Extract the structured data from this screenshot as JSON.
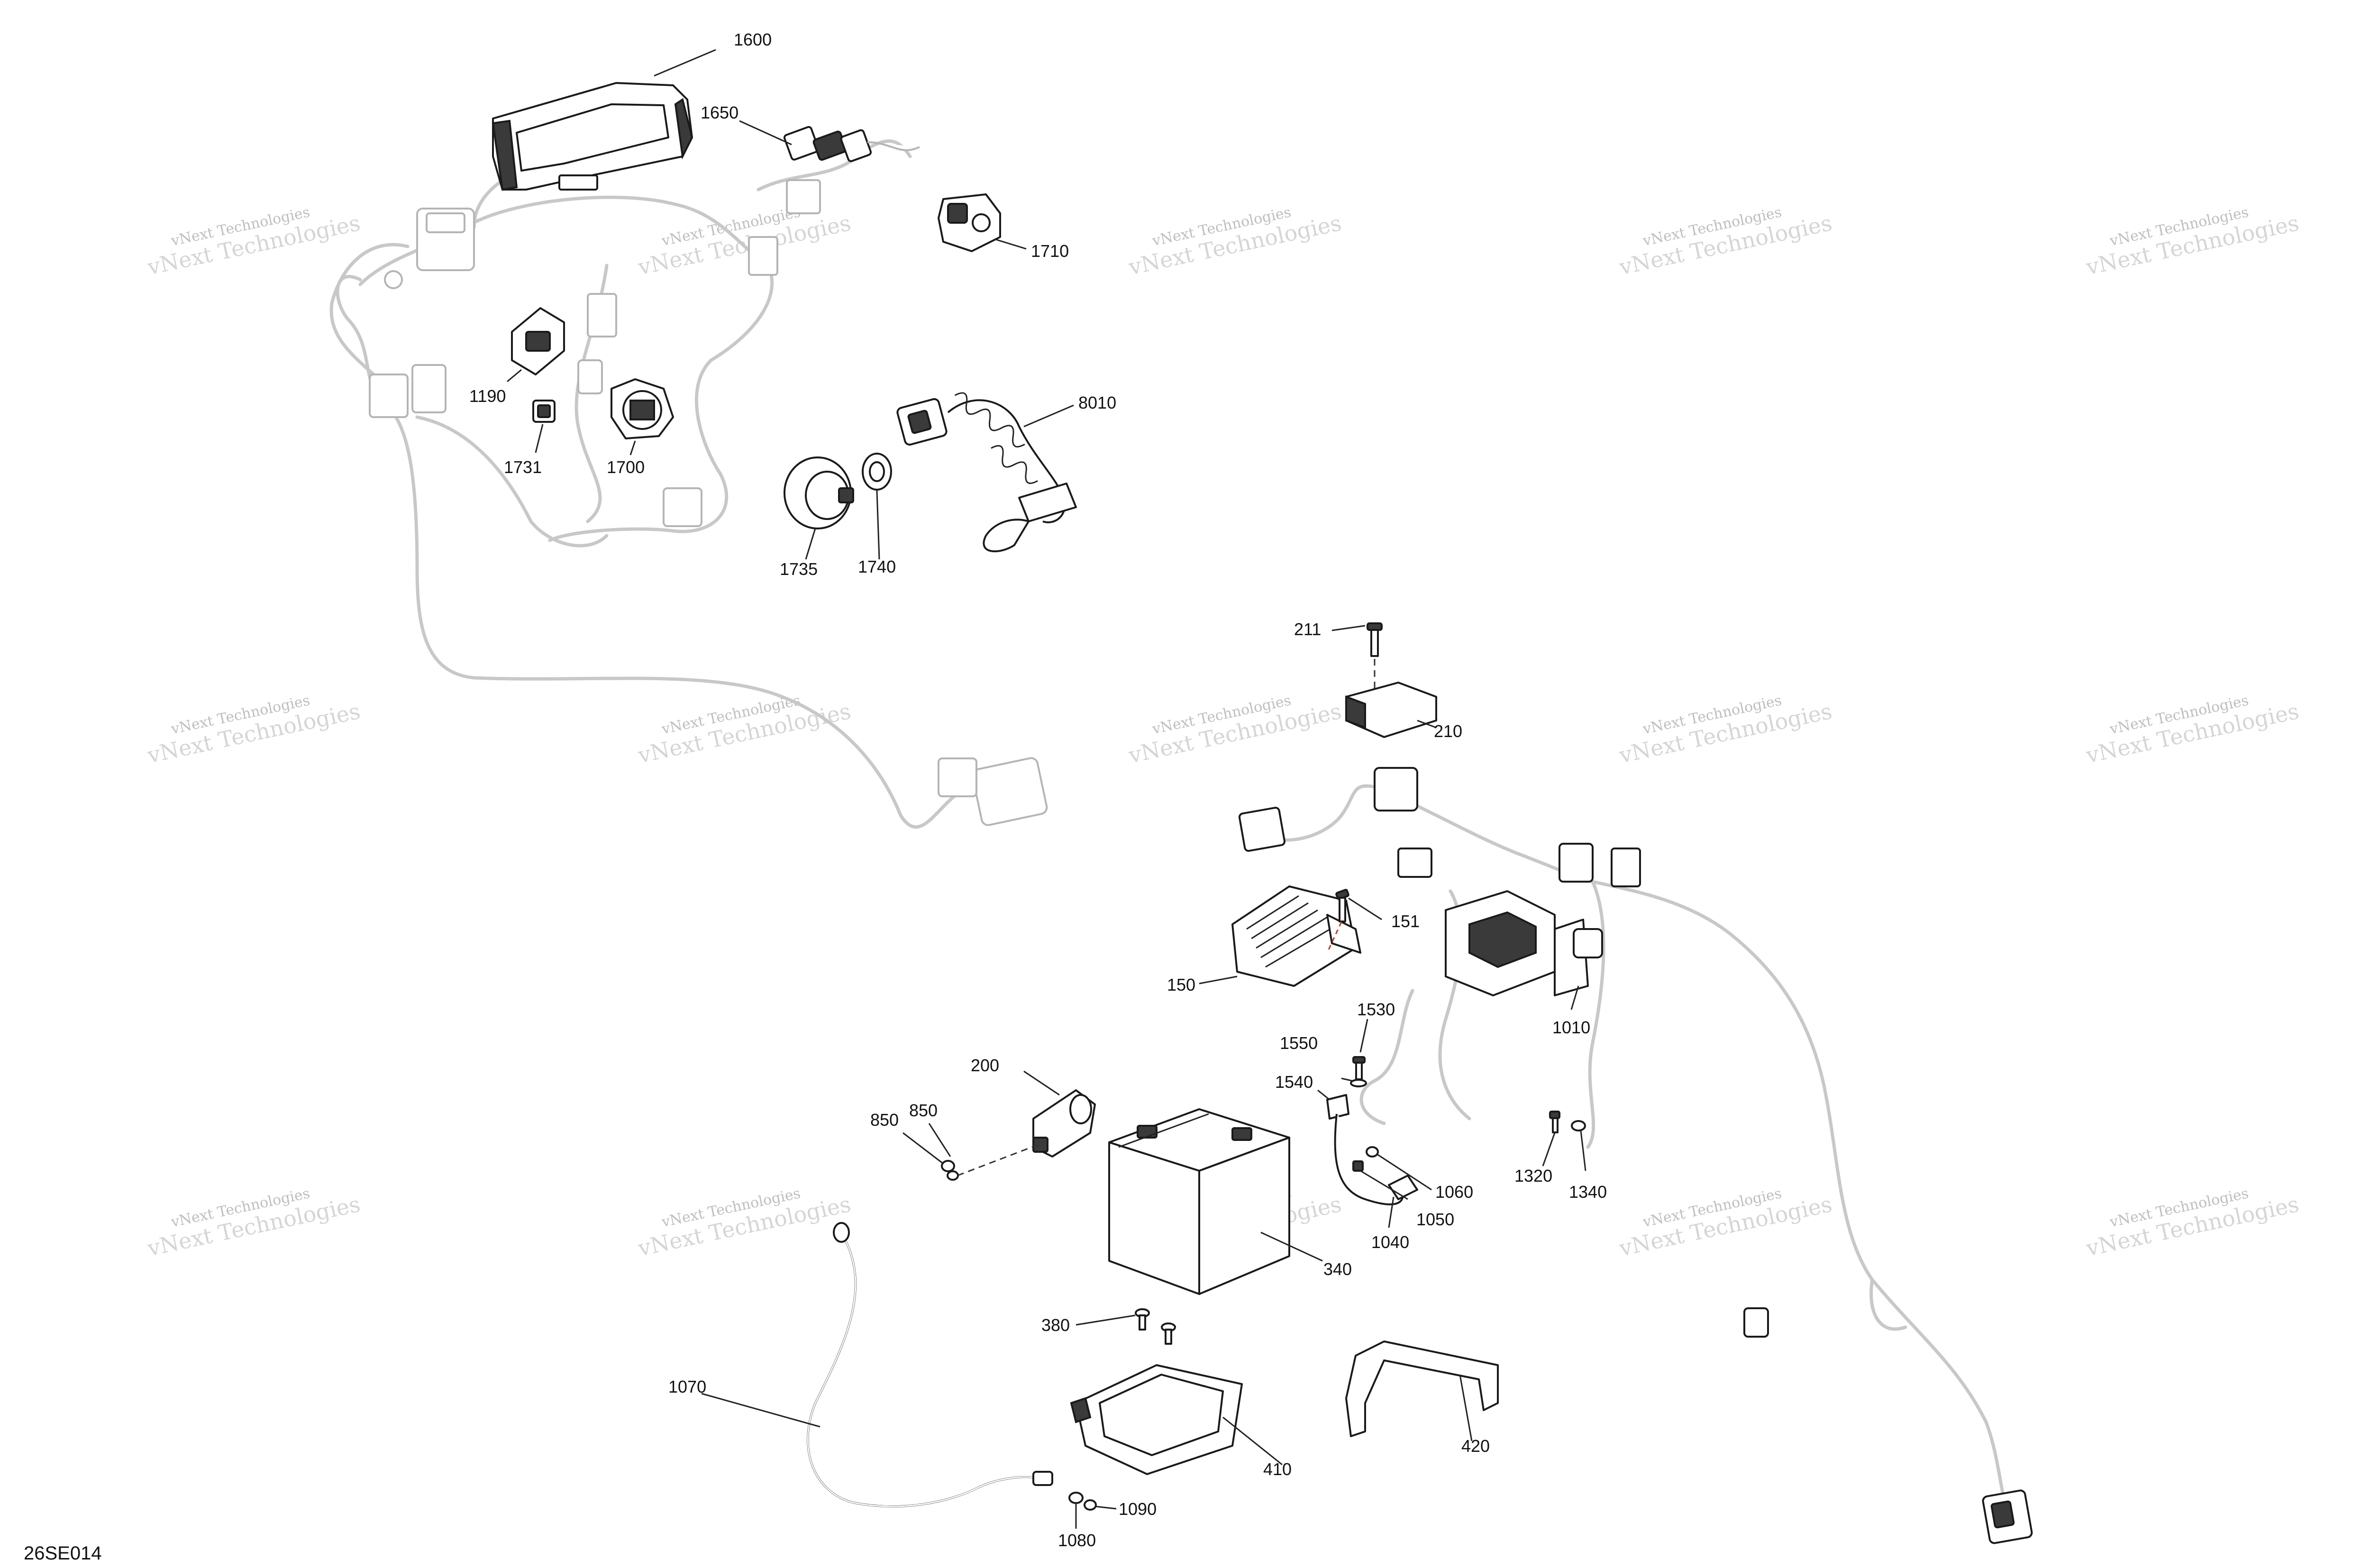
{
  "figure_id": "26SE014",
  "watermark": {
    "line1": "vNext Technologies",
    "line2": "vNext Technologies"
  },
  "callouts": [
    {
      "id": "1600"
    },
    {
      "id": "1650"
    },
    {
      "id": "1710"
    },
    {
      "id": "1190"
    },
    {
      "id": "1731"
    },
    {
      "id": "1700"
    },
    {
      "id": "8010"
    },
    {
      "id": "1735"
    },
    {
      "id": "1740"
    },
    {
      "id": "211"
    },
    {
      "id": "210"
    },
    {
      "id": "151"
    },
    {
      "id": "150"
    },
    {
      "id": "1530"
    },
    {
      "id": "1550"
    },
    {
      "id": "1010"
    },
    {
      "id": "1540"
    },
    {
      "id": "200"
    },
    {
      "id": "850"
    },
    {
      "id": "850"
    },
    {
      "id": "1060"
    },
    {
      "id": "1320"
    },
    {
      "id": "1340"
    },
    {
      "id": "1050"
    },
    {
      "id": "1040"
    },
    {
      "id": "340"
    },
    {
      "id": "380"
    },
    {
      "id": "1070"
    },
    {
      "id": "410"
    },
    {
      "id": "420"
    },
    {
      "id": "1090"
    },
    {
      "id": "1080"
    }
  ]
}
